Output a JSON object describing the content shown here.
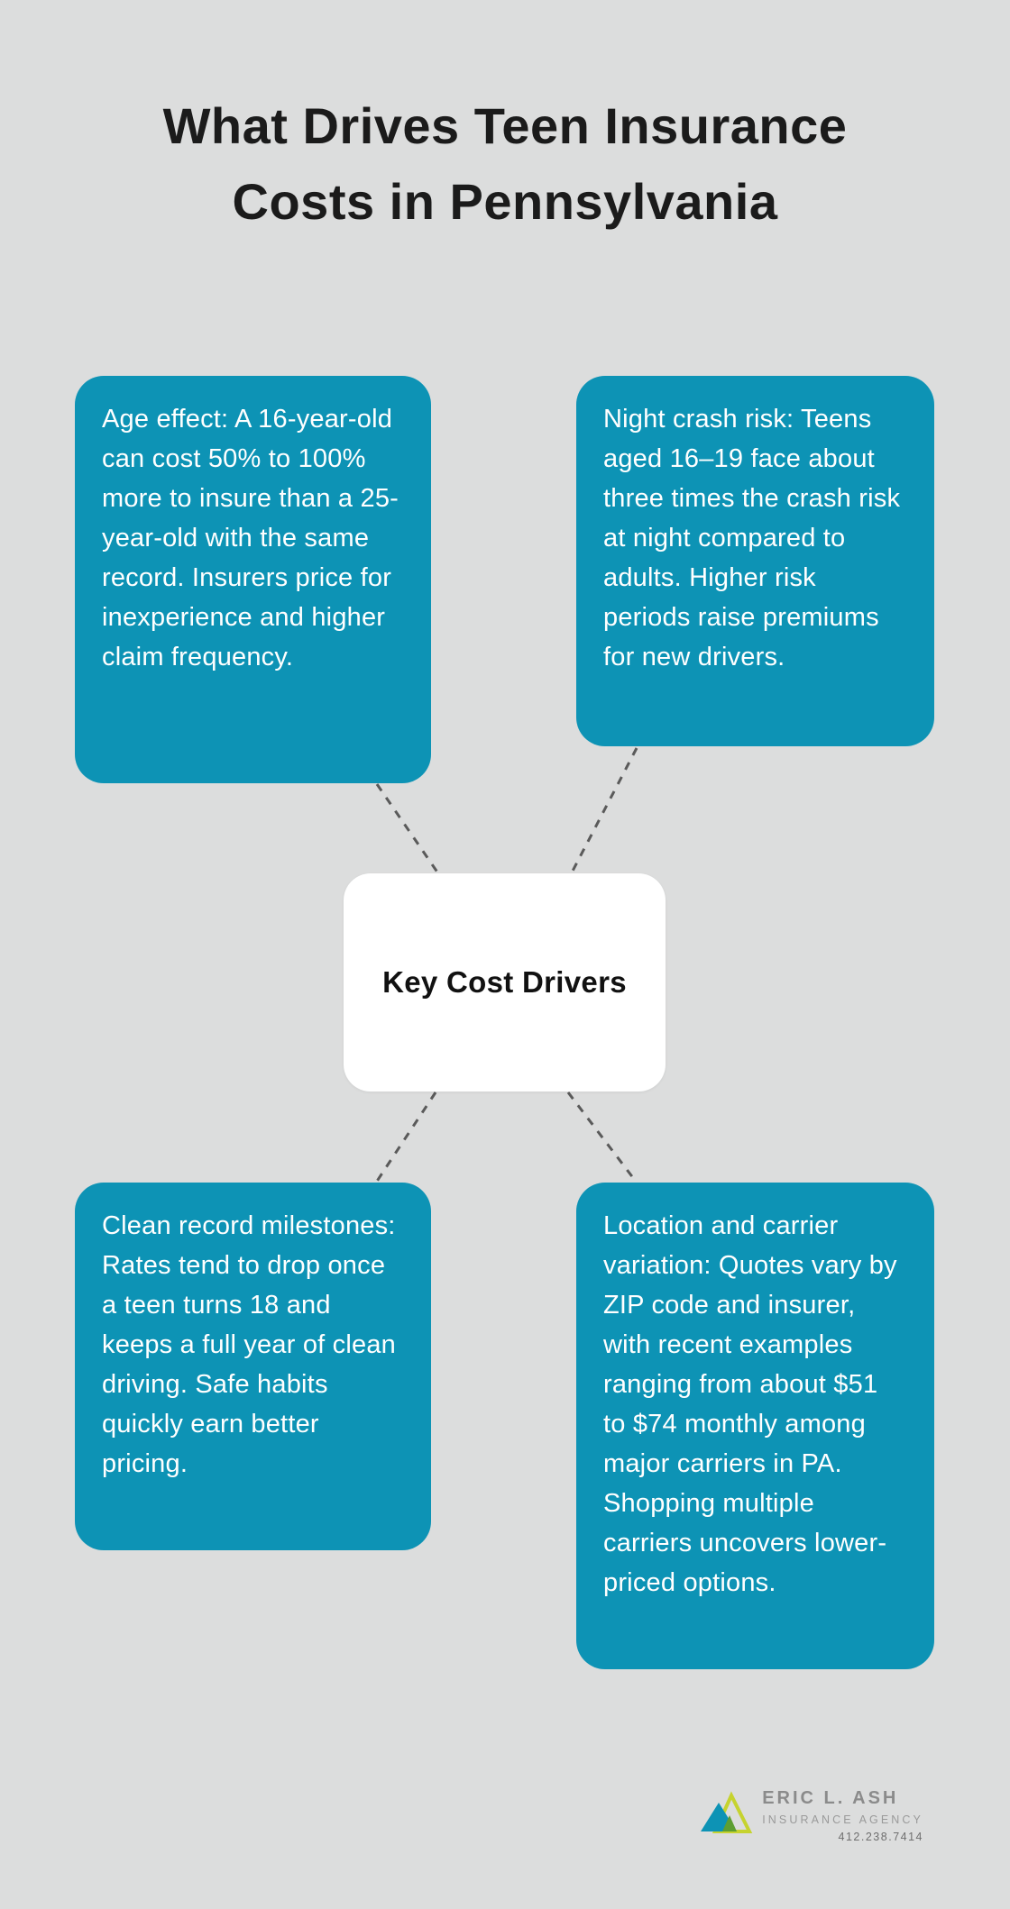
{
  "title": "What Drives Teen Insurance Costs in Pennsylvania",
  "center": {
    "label": "Key Cost Drivers"
  },
  "nodes": [
    {
      "id": "age-effect",
      "text": "Age effect: A 16-year-old can cost 50% to 100% more to insure than a 25-year-old with the same record. Insurers price for inexperience and higher claim frequency."
    },
    {
      "id": "night-crash-risk",
      "text": "Night crash risk: Teens aged 16–19 face about three times the crash risk at night compared to adults. Higher risk periods raise premiums for new drivers."
    },
    {
      "id": "clean-record-milestones",
      "text": "Clean record milestones: Rates tend to drop once a teen turns 18 and keeps a full year of clean driving. Safe habits quickly earn better pricing."
    },
    {
      "id": "location-carrier-variation",
      "text": "Location and carrier variation: Quotes vary by ZIP code and insurer, with recent examples ranging from about $51 to $74 monthly among major carriers in PA. Shopping multiple carriers uncovers lower-priced options."
    }
  ],
  "footer": {
    "brand": "ERIC L. ASH",
    "brand_sub": "INSURANCE AGENCY",
    "phone": "412.238.7414",
    "logo_icon": "mountain-logo-icon"
  },
  "colors": {
    "background": "#dcdddd",
    "node_fill": "#0d93b5",
    "node_text": "#ffffff",
    "center_fill": "#ffffff",
    "center_text": "#111111",
    "title_text": "#1b1b1b",
    "connector": "#5a5a5a",
    "logo_teal": "#0d93b5",
    "logo_lime": "#c6d32f",
    "logo_green": "#5d9e31"
  }
}
